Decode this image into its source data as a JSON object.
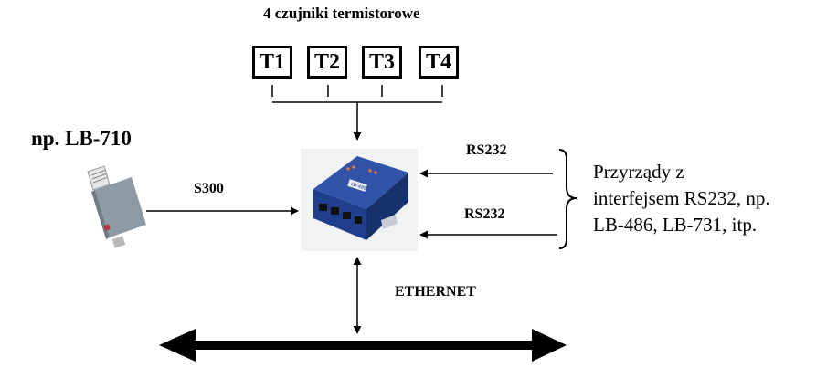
{
  "sensors": {
    "title": "4 czujniki termistorowe",
    "items": [
      "T1",
      "T2",
      "T3",
      "T4"
    ]
  },
  "device": {
    "label": "np. LB-710"
  },
  "links": {
    "s300": "S300",
    "rs232_a": "RS232",
    "rs232_b": "RS232",
    "ethernet": "ETHERNET"
  },
  "instruments": {
    "lines": [
      "Przyrządy z",
      "interfejsem RS232, np.",
      "LB-486, LB-731, itp."
    ]
  },
  "converter": {
    "badge": "LB-488"
  },
  "colors": {
    "converter_body": "#1f3f8c",
    "sensor_body": "#8c9ba6",
    "line": "#000000"
  }
}
